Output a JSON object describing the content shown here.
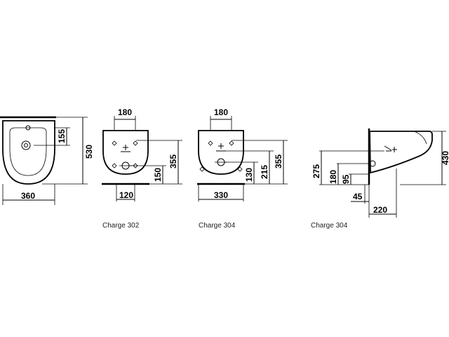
{
  "views": {
    "front": {
      "width": "360",
      "height": "530",
      "drain": "155"
    },
    "back_302": {
      "spacing": "180",
      "offset": "120",
      "drain": "150",
      "height": "355"
    },
    "back_304": {
      "spacing": "180",
      "width": "330",
      "drain": "130",
      "supply": "215",
      "height": "355"
    },
    "side": {
      "supply": "275",
      "fix": "180",
      "drain": "95",
      "depth": "45",
      "length": "220",
      "height": "430"
    }
  },
  "captions": {
    "c1": "Charge 302",
    "c2": "Charge 304",
    "c3": "Charge 304"
  }
}
